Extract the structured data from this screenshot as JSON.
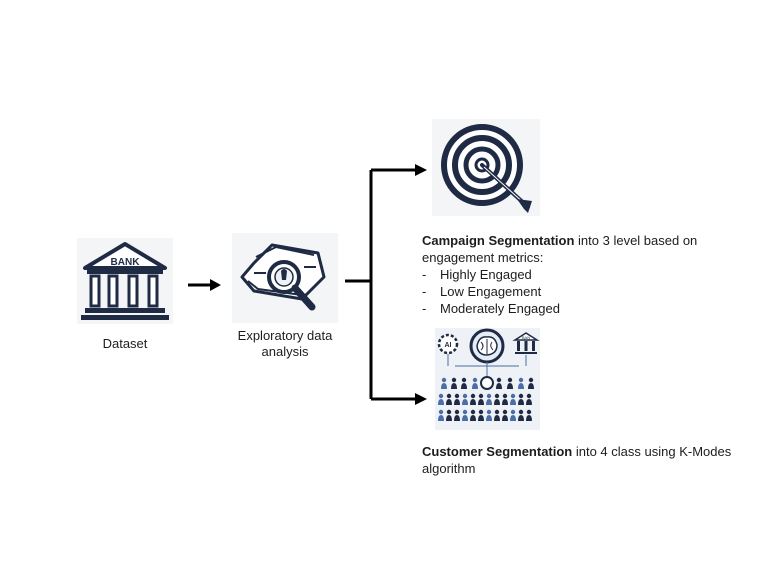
{
  "nodes": {
    "dataset": {
      "icon": "bank-building-icon",
      "icon_text": "BANK",
      "label": "Dataset"
    },
    "eda": {
      "icon": "data-magnifier-icon",
      "label_line1": "Exploratory data",
      "label_line2": "analysis"
    },
    "campaign": {
      "icon": "target-dart-icon",
      "title": "Campaign Segmentation",
      "text_line1": " into 3 level based on",
      "text_line2": "engagement metrics:",
      "items": [
        {
          "dash": "-",
          "label": "Highly Engaged"
        },
        {
          "dash": "-",
          "label": "Low Engagement"
        },
        {
          "dash": "-",
          "label": "Moderately Engaged"
        }
      ]
    },
    "customer": {
      "icon": "ai-customer-network-icon",
      "icon_text_ai": "AI",
      "icon_text_bank": "BAN",
      "title": "Customer Segmentation",
      "text_line1": " into 4 class using K-Modes",
      "text_line2": "algorithm"
    }
  },
  "colors": {
    "icon_stroke": "#1f2a44",
    "icon_bg": "#f4f5f7",
    "accent_blue": "#4a6ea5",
    "text": "#1d1d1d",
    "arrow": "#000000"
  }
}
